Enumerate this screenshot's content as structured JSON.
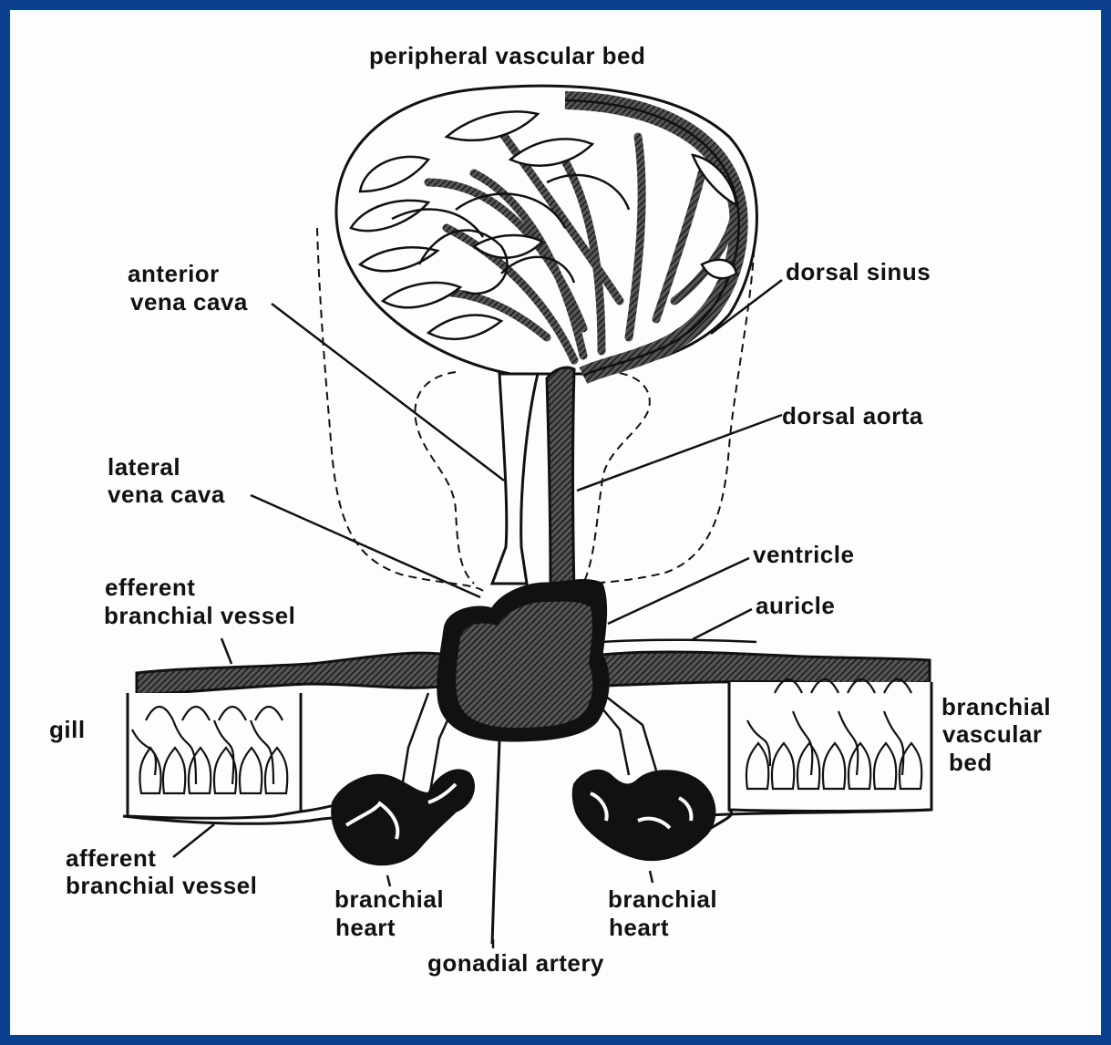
{
  "labels": {
    "title": "peripheral vascular bed",
    "anterior_vena_cava": [
      "anterior",
      "vena cava"
    ],
    "dorsal_sinus": "dorsal sinus",
    "dorsal_aorta": "dorsal aorta",
    "lateral_vena_cava": [
      "lateral",
      "vena cava"
    ],
    "ventricle": "ventricle",
    "efferent_branchial_vessel": [
      "efferent",
      "branchial vessel"
    ],
    "auricle": "auricle",
    "gill": "gill",
    "branchial_vascular_bed": [
      "branchial",
      "vascular",
      "bed"
    ],
    "afferent_branchial_vessel": [
      "afferent",
      "branchial vessel"
    ],
    "branchial_heart_left": [
      "branchial",
      "heart"
    ],
    "branchial_heart_right": [
      "branchial",
      "heart"
    ],
    "gonadial_artery": "gonadial artery"
  },
  "colors": {
    "frame": "#0d3f8f",
    "ink": "#111111",
    "paper": "#fdfdfd"
  }
}
